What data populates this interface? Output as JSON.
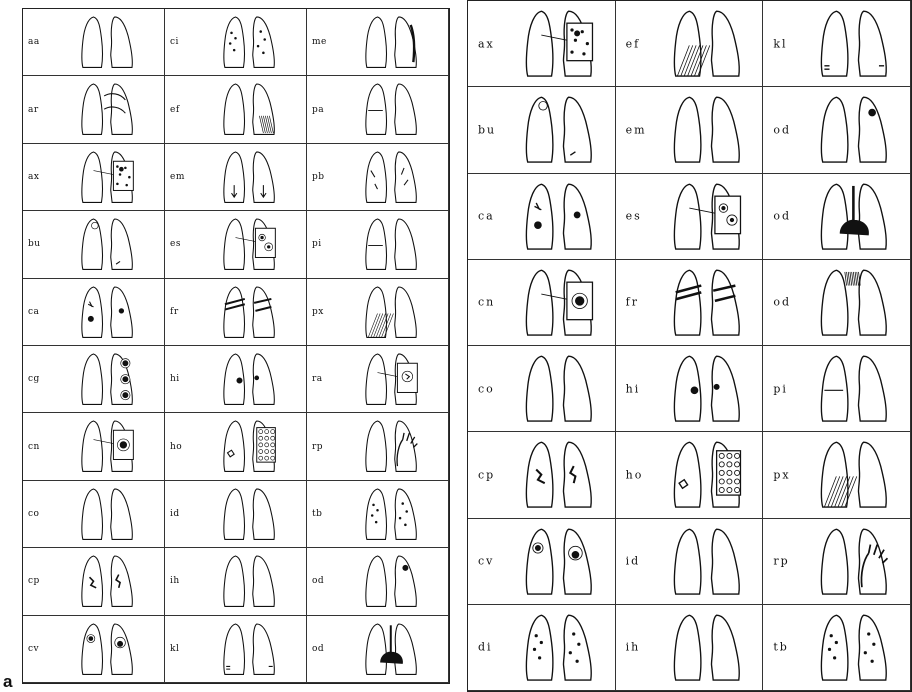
{
  "figure_label": "a",
  "left_panel": {
    "cells": [
      {
        "code": "aa",
        "motif": "plain"
      },
      {
        "code": "ci",
        "motif": "spots"
      },
      {
        "code": "me",
        "motif": "right-border"
      },
      {
        "code": "ar",
        "motif": "arcs"
      },
      {
        "code": "ef",
        "motif": "right-hatch"
      },
      {
        "code": "pa",
        "motif": "line"
      },
      {
        "code": "ax",
        "motif": "inset-dots"
      },
      {
        "code": "em",
        "motif": "arrows"
      },
      {
        "code": "pb",
        "motif": "streaks"
      },
      {
        "code": "bu",
        "motif": "bulla"
      },
      {
        "code": "es",
        "motif": "inset-clusters"
      },
      {
        "code": "pi",
        "motif": "line"
      },
      {
        "code": "ca",
        "motif": "masses"
      },
      {
        "code": "fr",
        "motif": "bands"
      },
      {
        "code": "px",
        "motif": "left-hatch"
      },
      {
        "code": "cg",
        "motif": "circles"
      },
      {
        "code": "hi",
        "motif": "hilar"
      },
      {
        "code": "ra",
        "motif": "inset-cavity"
      },
      {
        "code": "cn",
        "motif": "inset-nodule"
      },
      {
        "code": "ho",
        "motif": "honeycomb"
      },
      {
        "code": "rp",
        "motif": "hand"
      },
      {
        "code": "co",
        "motif": "plain"
      },
      {
        "code": "id",
        "motif": "plain"
      },
      {
        "code": "tb",
        "motif": "spots"
      },
      {
        "code": "cp",
        "motif": "clusters"
      },
      {
        "code": "ih",
        "motif": "plain"
      },
      {
        "code": "od",
        "motif": "od-dot"
      },
      {
        "code": "cv",
        "motif": "cavities"
      },
      {
        "code": "kl",
        "motif": "kerley"
      },
      {
        "code": "od",
        "motif": "heart"
      }
    ]
  },
  "right_panel": {
    "cells": [
      {
        "code": "ax",
        "motif": "inset-dots"
      },
      {
        "code": "ef",
        "motif": "left-hatch"
      },
      {
        "code": "kl",
        "motif": "kerley"
      },
      {
        "code": "bu",
        "motif": "bulla"
      },
      {
        "code": "em",
        "motif": "plain"
      },
      {
        "code": "od",
        "motif": "od-dot"
      },
      {
        "code": "ca",
        "motif": "masses"
      },
      {
        "code": "es",
        "motif": "inset-clusters"
      },
      {
        "code": "od",
        "motif": "heart"
      },
      {
        "code": "cn",
        "motif": "inset-nodule"
      },
      {
        "code": "fr",
        "motif": "bands"
      },
      {
        "code": "od",
        "motif": "apex-hatch"
      },
      {
        "code": "co",
        "motif": "plain"
      },
      {
        "code": "hi",
        "motif": "hilar"
      },
      {
        "code": "pi",
        "motif": "line"
      },
      {
        "code": "cp",
        "motif": "clusters"
      },
      {
        "code": "ho",
        "motif": "honeycomb"
      },
      {
        "code": "px",
        "motif": "left-hatch"
      },
      {
        "code": "cv",
        "motif": "cavities"
      },
      {
        "code": "id",
        "motif": "plain"
      },
      {
        "code": "rp",
        "motif": "hand"
      },
      {
        "code": "di",
        "motif": "spots"
      },
      {
        "code": "ih",
        "motif": "plain"
      },
      {
        "code": "tb",
        "motif": "spots"
      }
    ]
  }
}
